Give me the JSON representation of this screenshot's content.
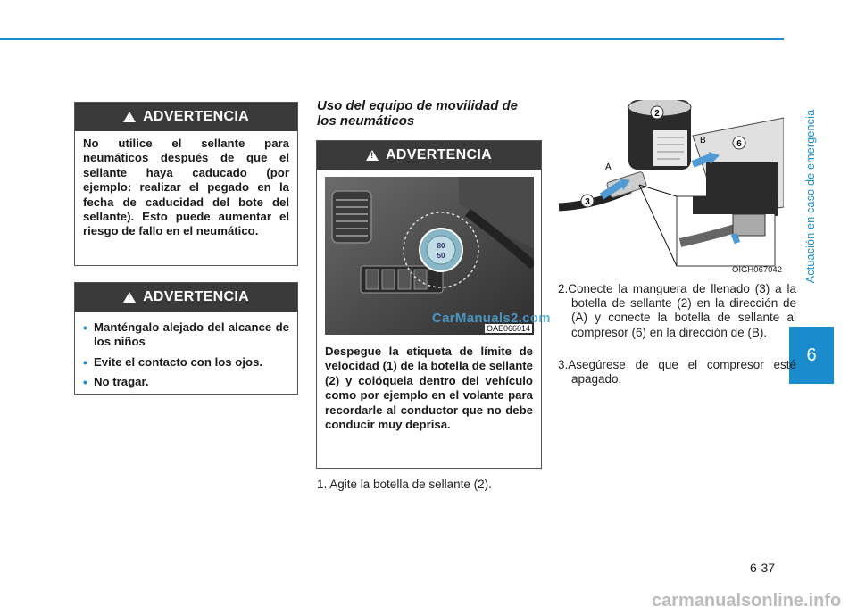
{
  "side_label": "Actuación en caso de emergencia",
  "chapter": "6",
  "page_number": "6-37",
  "warning_box_1": {
    "header": "ADVERTENCIA",
    "text": "No utilice el sellante para neumáticos después de que el sellante haya caducado (por ejemplo: realizar el pegado en la fecha de caducidad del bote del sellante). Esto puede aumentar el riesgo de fallo en el neumático."
  },
  "warning_box_2": {
    "header": "ADVERTENCIA",
    "items": [
      "Manténgalo alejado del alcance de los niños",
      "Evite el contacto con los ojos.",
      "No tragar."
    ]
  },
  "section_title": "Uso del equipo de movilidad de los neumáticos",
  "warning_box_3": {
    "header": "ADVERTENCIA",
    "image_code": "OAE066014",
    "label_values": [
      "80",
      "50"
    ],
    "text": "Despegue la etiqueta de límite de velocidad (1) de la botella de sellante (2) y colóquela dentro del vehículo como por ejemplo en el volante para recordarle al conductor que no debe conducir muy deprisa."
  },
  "step1": "1. Agite la botella de sellante (2).",
  "illustration": {
    "code": "OIGH067042",
    "labels": {
      "a": "A",
      "b": "B",
      "n2": "2",
      "n3": "3",
      "n6": "6"
    }
  },
  "step2": {
    "num": "2.",
    "text": "Conecte la manguera de llenado (3) a la botella de sellante (2) en la dirección de (A) y conecte la botella de sellante al compresor (6) en la dirección de (B)."
  },
  "step3": {
    "num": "3.",
    "text": "Asegúrese de que el compresor esté apagado."
  },
  "watermark_1": "CarManuals2.com",
  "watermark_2": "carmanualsonline.info"
}
